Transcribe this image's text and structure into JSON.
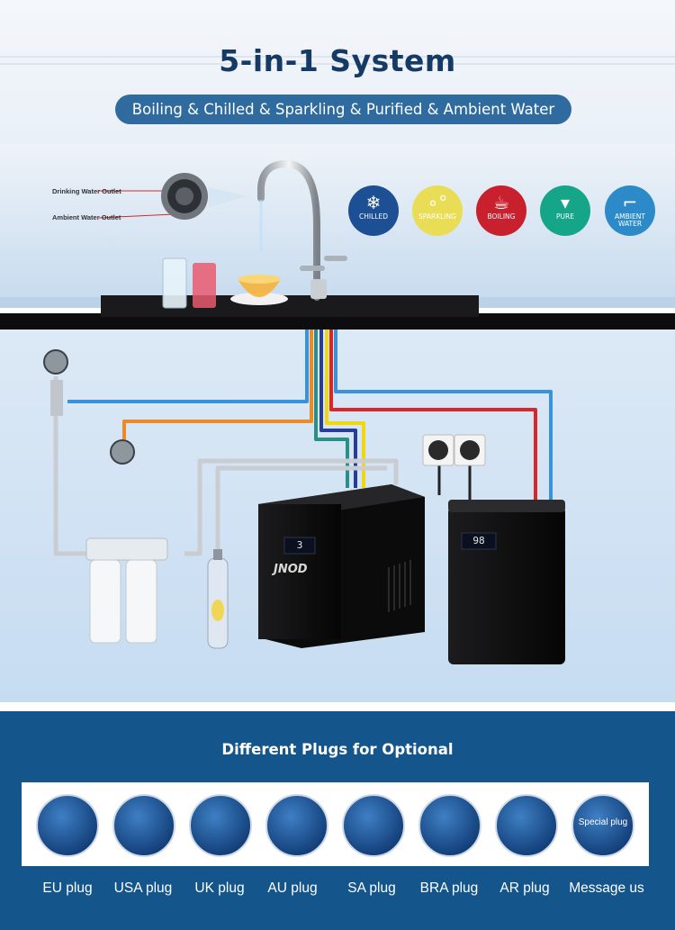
{
  "header": {
    "title": "5-in-1 System",
    "subtitle": "Boiling & Chilled & Sparkling & Purified & Ambient Water"
  },
  "scene": {
    "outlet_labels": {
      "drinking": "Drinking Water Outlet",
      "ambient": "Ambient Water Outlet"
    },
    "water_types": [
      {
        "label": "CHILLED",
        "icon": "snowflake-icon",
        "color": "#1c4f93"
      },
      {
        "label": "SPARKLING",
        "icon": "bubbles-icon",
        "color": "#e9dd55"
      },
      {
        "label": "BOILING",
        "icon": "cup-icon",
        "color": "#c8202c"
      },
      {
        "label": "PURE",
        "icon": "water-glass-icon",
        "color": "#15a588"
      },
      {
        "label": "AMBIENT WATER",
        "icon": "tap-icon",
        "color": "#2c8ac9"
      }
    ],
    "chiller_brand": "JNOD",
    "chiller_display": "3",
    "boiler_display": "98"
  },
  "plugs": {
    "heading": "Different Plugs for Optional",
    "badge_text": "Special plug",
    "items": [
      {
        "label": "EU plug"
      },
      {
        "label": "USA plug"
      },
      {
        "label": "UK plug"
      },
      {
        "label": "AU plug"
      },
      {
        "label": "SA plug"
      },
      {
        "label": "BRA plug"
      },
      {
        "label": "AR plug"
      },
      {
        "label": "Message us"
      }
    ]
  }
}
